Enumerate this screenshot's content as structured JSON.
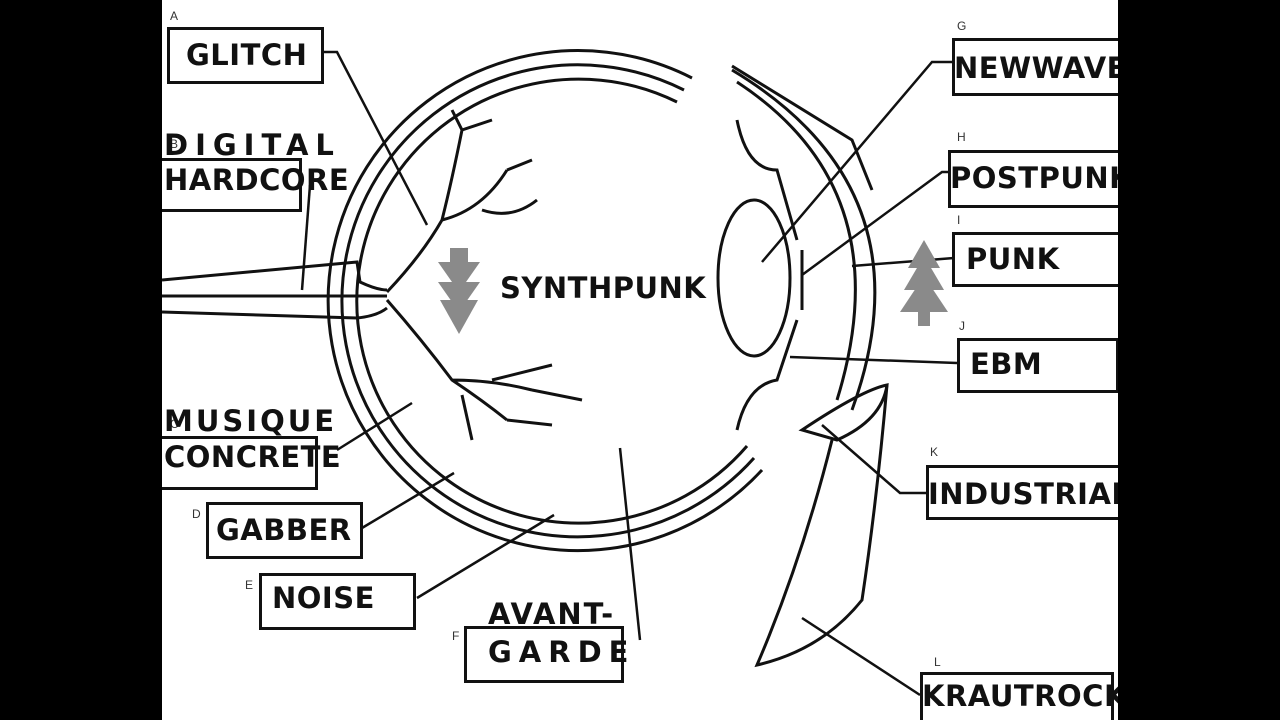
{
  "diagram": {
    "center_label": "SYNTHPUNK",
    "labels": {
      "a": {
        "letter": "A",
        "text": "GLITCH"
      },
      "b": {
        "letter": "B",
        "line1": "DIGITAL",
        "line2": "HARDCORE"
      },
      "c": {
        "letter": "C",
        "line1": "MUSIQUE",
        "line2": "CONCRETE"
      },
      "d": {
        "letter": "D",
        "text": "GABBER"
      },
      "e": {
        "letter": "E",
        "text": "NOISE"
      },
      "f": {
        "letter": "F",
        "line1": "AVANT-",
        "line2": "GARDE"
      },
      "g": {
        "letter": "G",
        "text": "NEWWAVE"
      },
      "h": {
        "letter": "H",
        "text": "POSTPUNK"
      },
      "i": {
        "letter": "I",
        "text": "PUNK"
      },
      "j": {
        "letter": "J",
        "text": "EBM"
      },
      "k": {
        "letter": "K",
        "text": "INDUSTRIAL"
      },
      "l": {
        "letter": "L",
        "text": "KRAUTROCK"
      }
    },
    "icons": [
      "down-arrow-icon",
      "tree-icon"
    ],
    "colors": {
      "line": "#111111",
      "icon": "#8a8a8a",
      "background": "#ffffff",
      "frame": "#000000"
    }
  }
}
